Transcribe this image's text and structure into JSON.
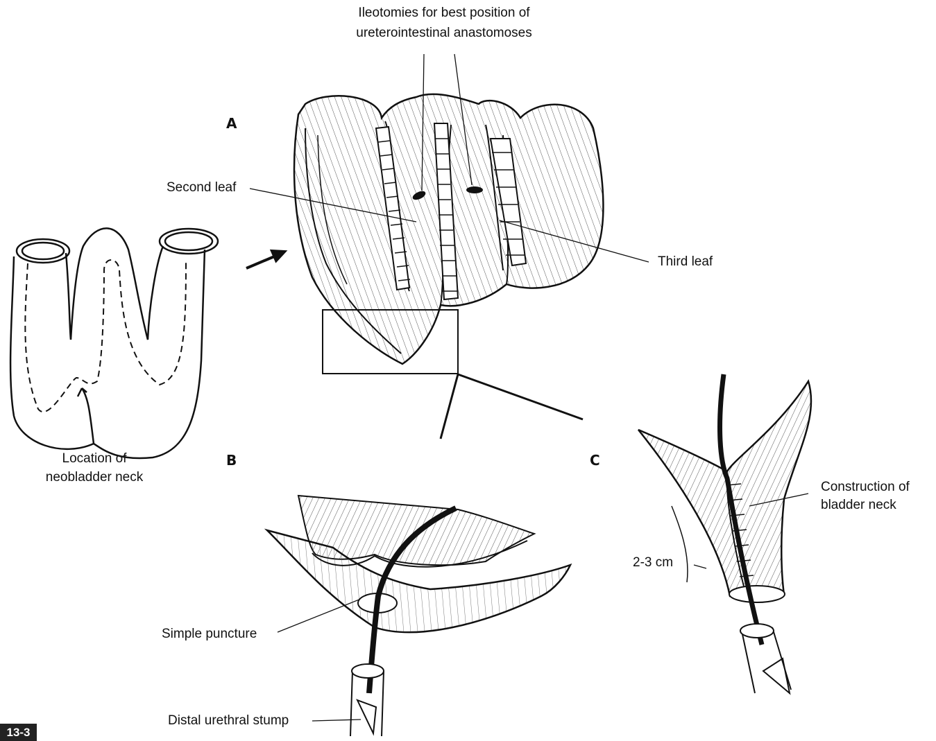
{
  "figure": {
    "number": "13-3",
    "panels": {
      "a": "A",
      "b": "B",
      "c": "C"
    }
  },
  "labels": {
    "ileotomies_line1": "Ileotomies for best position of",
    "ileotomies_line2": "ureterointestinal anastomoses",
    "second_leaf": "Second leaf",
    "third_leaf": "Third leaf",
    "location_line1": "Location of",
    "location_line2": "neobladder neck",
    "construction_line1": "Construction of",
    "construction_line2": "bladder neck",
    "measure": "2-3 cm",
    "simple_puncture": "Simple puncture",
    "distal_urethral_stump": "Distal urethral stump"
  },
  "colors": {
    "ink": "#111111",
    "badge": "#222222",
    "background": "#ffffff"
  }
}
